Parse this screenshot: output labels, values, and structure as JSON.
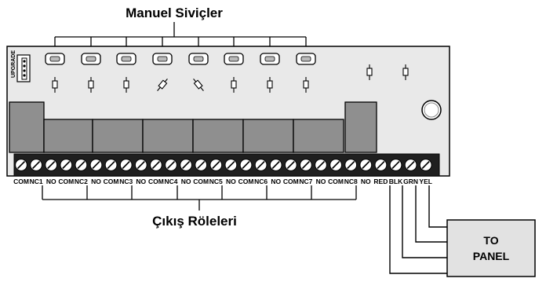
{
  "title_switches": "Manuel Siviçler",
  "title_relays": "Çıkış Röleleri",
  "upgrade_label": "UPGRADE",
  "panel_line1": "TO",
  "panel_line2": "PANEL",
  "terminal_labels": [
    "COM",
    "NC1",
    "NO",
    "COM",
    "NC2",
    "NO",
    "COM",
    "NC3",
    "NO",
    "COM",
    "NC4",
    "NO",
    "COM",
    "NC5",
    "NO",
    "COM",
    "NC6",
    "NO",
    "COM",
    "NC7",
    "NO",
    "COM",
    "NC8",
    "NO",
    "RED",
    "BLK",
    "GRN",
    "YEL"
  ],
  "colors": {
    "board": "#e9e9e9",
    "relay": "#8f8f8f",
    "terminal_block": "#1f1f1f",
    "line": "#000000",
    "panel_box": "#e2e2e2"
  }
}
